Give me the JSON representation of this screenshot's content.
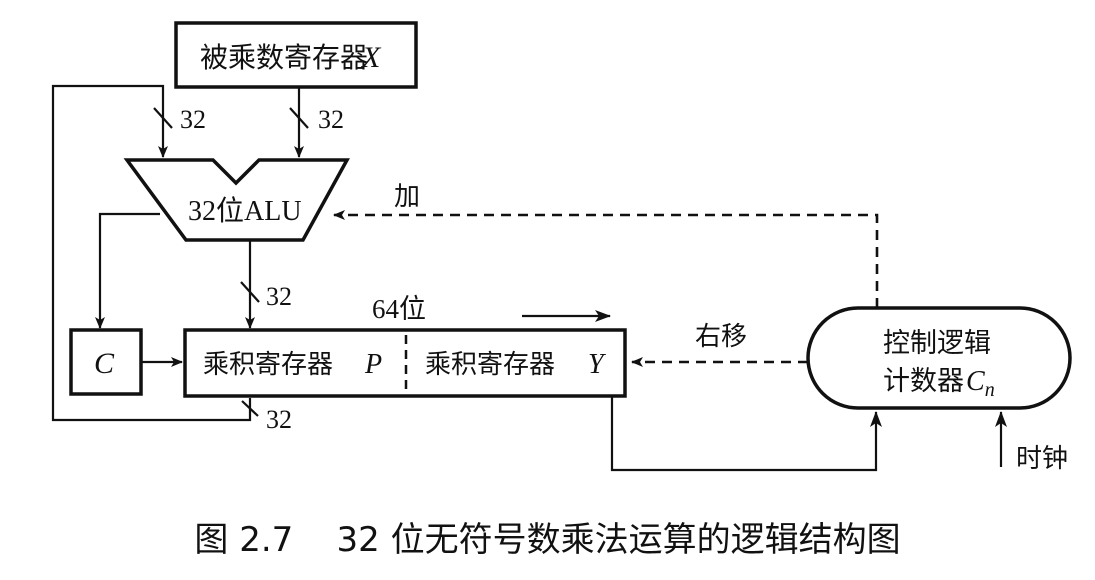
{
  "diagram": {
    "multiplicand_register": {
      "label": "被乘数寄存器",
      "var": "X"
    },
    "alu": {
      "label": "32位ALU"
    },
    "carry_register": {
      "var": "C"
    },
    "product_register_p": {
      "label": "乘积寄存器",
      "var": "P"
    },
    "product_register_y": {
      "label": "乘积寄存器",
      "var": "Y"
    },
    "width_label": "64位",
    "control_logic": {
      "line1": "控制逻辑",
      "line2": "计数器",
      "var": "C",
      "sub": "n"
    },
    "signals": {
      "add": "加",
      "shift_right": "右移",
      "clock": "时钟"
    },
    "bus_widths": {
      "p_to_alu": "32",
      "x_to_alu": "32",
      "alu_to_p": "32",
      "p_feedback": "32"
    }
  },
  "caption": {
    "figure_no": "图 2.7",
    "title": "32 位无符号数乘法运算的逻辑结构图"
  }
}
